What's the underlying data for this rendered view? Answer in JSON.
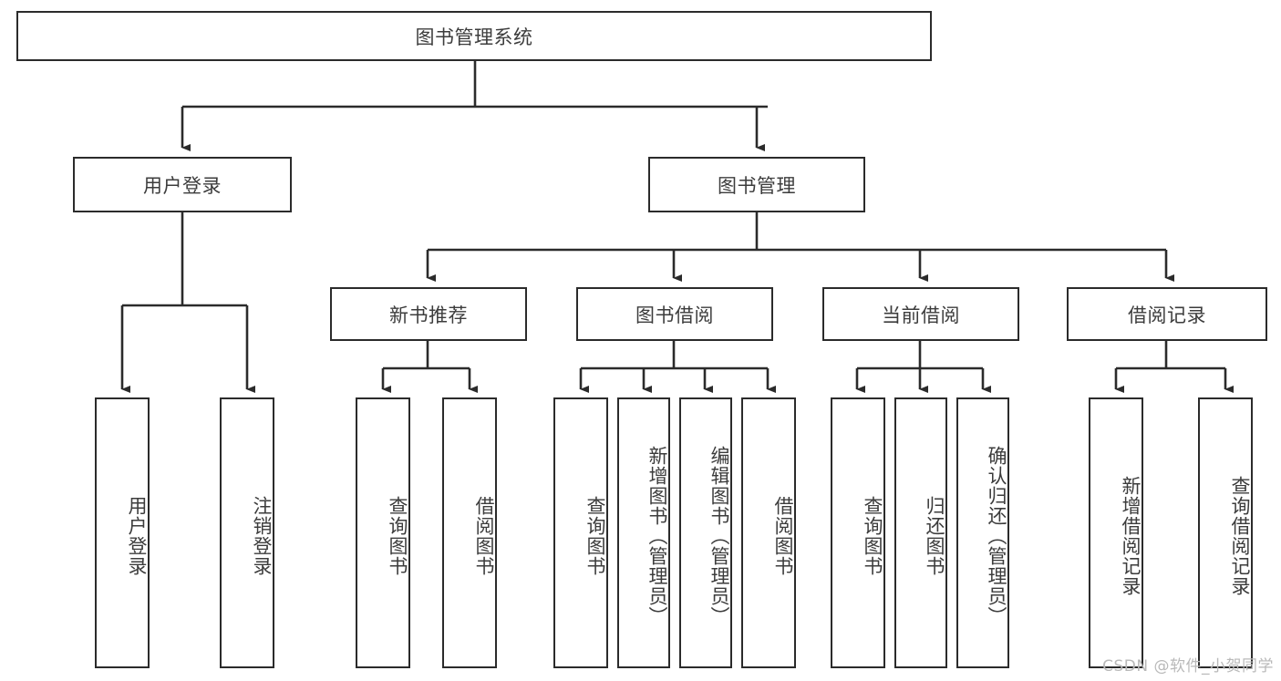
{
  "diagram": {
    "title": "图书管理系统",
    "type": "hierarchy-tree",
    "colors": {
      "box_border": "#2b2b2b",
      "box_fill": "#ffffff",
      "text": "#3c3c3c",
      "edge": "#2b2b2b",
      "watermark": "#b9b9b9"
    },
    "levels": [
      {
        "level": 0,
        "nodes": [
          {
            "id": "root",
            "label": "图书管理系统",
            "orientation": "horizontal"
          }
        ]
      },
      {
        "level": 1,
        "nodes": [
          {
            "id": "login",
            "label": "用户登录",
            "orientation": "horizontal",
            "parent": "root"
          },
          {
            "id": "bookmgmt",
            "label": "图书管理",
            "orientation": "horizontal",
            "parent": "root"
          }
        ]
      },
      {
        "level": 2,
        "nodes": [
          {
            "id": "newbook",
            "label": "新书推荐",
            "orientation": "horizontal",
            "parent": "bookmgmt"
          },
          {
            "id": "borrow",
            "label": "图书借阅",
            "orientation": "horizontal",
            "parent": "bookmgmt"
          },
          {
            "id": "current",
            "label": "当前借阅",
            "orientation": "horizontal",
            "parent": "bookmgmt"
          },
          {
            "id": "records",
            "label": "借阅记录",
            "orientation": "horizontal",
            "parent": "bookmgmt"
          }
        ]
      },
      {
        "level": 3,
        "nodes": [
          {
            "id": "leaf-user-login",
            "label": "用户登录",
            "orientation": "vertical",
            "parent": "login"
          },
          {
            "id": "leaf-user-logout",
            "label": "注销登录",
            "orientation": "vertical",
            "parent": "login"
          },
          {
            "id": "leaf-nb-query",
            "label": "查询图书",
            "orientation": "vertical",
            "parent": "newbook"
          },
          {
            "id": "leaf-nb-borrow",
            "label": "借阅图书",
            "orientation": "vertical",
            "parent": "newbook"
          },
          {
            "id": "leaf-br-query",
            "label": "查询图书",
            "orientation": "vertical",
            "parent": "borrow"
          },
          {
            "id": "leaf-br-add",
            "label": "新增图书（管理员）",
            "orientation": "vertical",
            "parent": "borrow"
          },
          {
            "id": "leaf-br-edit",
            "label": "编辑图书（管理员）",
            "orientation": "vertical",
            "parent": "borrow"
          },
          {
            "id": "leaf-br-borrow",
            "label": "借阅图书",
            "orientation": "vertical",
            "parent": "borrow"
          },
          {
            "id": "leaf-cur-query",
            "label": "查询图书",
            "orientation": "vertical",
            "parent": "current"
          },
          {
            "id": "leaf-cur-return",
            "label": "归还图书",
            "orientation": "vertical",
            "parent": "current"
          },
          {
            "id": "leaf-cur-confirm",
            "label": "确认归还（管理员）",
            "orientation": "vertical",
            "parent": "current"
          },
          {
            "id": "leaf-rec-add",
            "label": "新增借阅记录",
            "orientation": "vertical",
            "parent": "records"
          },
          {
            "id": "leaf-rec-query",
            "label": "查询借阅记录",
            "orientation": "vertical",
            "parent": "records"
          }
        ]
      }
    ],
    "watermark": "CSDN @软件_小贺同学"
  }
}
